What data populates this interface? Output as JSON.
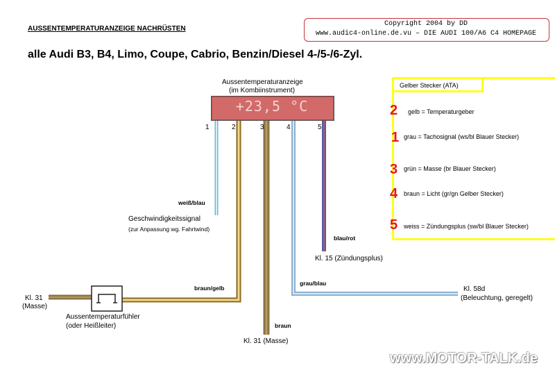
{
  "header": {
    "title": "AUSSENTEMPERATURANZEIGE NACHRÜSTEN",
    "copyright_line1": "Copyright 2004 by DD",
    "copyright_line2": "www.audic4-online.de.vu – DIE AUDI 100/A6  C4 HOMEPAGE"
  },
  "main_title": "alle Audi B3, B4, Limo, Coupe, Cabrio, Benzin/Diesel 4-/5-/6-Zyl.",
  "display": {
    "label_line1": "Aussentemperaturanzeige",
    "label_line2": "(im Kombiinstrument)",
    "value": "+23,5 °C",
    "pins": [
      "1",
      "2",
      "3",
      "4",
      "5"
    ]
  },
  "wires": {
    "weiss_blau": "weiß/blau",
    "geschwindigkeit": "Geschwindigkeitssignal",
    "anpassung": "(zur Anpassung wg. Fahrtwind)",
    "braun_gelb": "braun/gelb",
    "braun": "braun",
    "grau_blau": "grau/blau",
    "blau_rot": "blau/rot",
    "kl15": "Kl. 15 (Zündungsplus)",
    "kl31_left_1": "Kl. 31",
    "kl31_left_2": "(Masse)",
    "kl31_bottom": "Kl. 31 (Masse)",
    "kl58_1": "Kl. 58d",
    "kl58_2": "(Beleuchtung, geregelt)",
    "sensor_1": "Aussentemperaturfühler",
    "sensor_2": "(oder Heißleiter)"
  },
  "legend": {
    "title": "Gelber Stecker (ATA)",
    "items": [
      {
        "num": "2",
        "text": "gelb = Temperaturgeber"
      },
      {
        "num": "1",
        "text": "grau = Tachosignal (ws/bl Blauer Stecker)"
      },
      {
        "num": "3",
        "text": "grün = Masse (br Blauer Stecker)"
      },
      {
        "num": "4",
        "text": "braun = Licht (gr/gn Gelber Stecker)"
      },
      {
        "num": "5",
        "text": "weiss = Zündungsplus (sw/bl Blauer Stecker)"
      }
    ]
  },
  "watermark": "www.MOTOR-TALK.de",
  "colors": {
    "wire_light_blue": "#7ec8e3",
    "wire_yellow": "#e3c86a",
    "wire_brown": "#8c7440",
    "wire_grey_blue": "#a8c4dc",
    "wire_red_blue": "#6a5a8c",
    "legend_yellow": "#ffff1a",
    "legend_red": "#e8141c",
    "display_red": "#d26a6a"
  }
}
